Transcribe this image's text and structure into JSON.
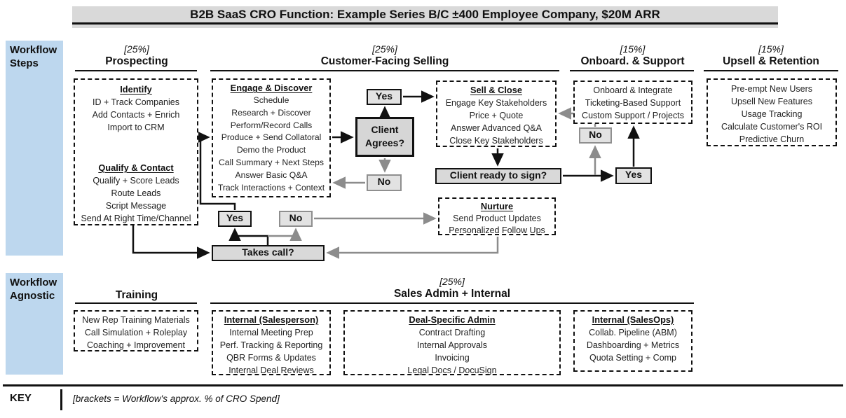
{
  "title": "B2B SaaS CRO Function: Example Series B/C ±400 Employee Company, $20M ARR",
  "colors": {
    "sidebar_blue": "#bdd7ee",
    "title_band_gray": "#d9d9d9",
    "decision_fill_gray": "#d6d6d6",
    "arrow_black": "#111111",
    "arrow_gray": "#8c8c8c"
  },
  "sidebar": {
    "steps": "Workflow Steps",
    "agnostic": "Workflow Agnostic"
  },
  "columns": {
    "prospecting": {
      "pct": "[25%]",
      "title": "Prospecting"
    },
    "selling": {
      "pct": "[25%]",
      "title": "Customer-Facing Selling"
    },
    "onboard": {
      "pct": "[15%]",
      "title": "Onboard. & Support"
    },
    "upsell": {
      "pct": "[15%]",
      "title": "Upsell & Retention"
    },
    "training": {
      "title": "Training"
    },
    "sales_admin": {
      "pct": "[25%]",
      "title": "Sales Admin + Internal"
    }
  },
  "boxes": {
    "identify": {
      "title": "Identify",
      "items": [
        "ID + Track Companies",
        "Add Contacts + Enrich",
        "Import to CRM"
      ]
    },
    "qualify": {
      "title": "Qualify & Contact",
      "items": [
        "Qualify + Score Leads",
        "Route Leads",
        "Script Message",
        "Send At Right Time/Channel"
      ]
    },
    "engage": {
      "title": "Engage & Discover",
      "items": [
        "Schedule",
        "Research + Discover",
        "Perform/Record Calls",
        "Produce + Send Collatoral",
        "Demo the Product",
        "Call Summary + Next Steps",
        "Answer Basic Q&A",
        "Track Interactions + Context"
      ]
    },
    "sell": {
      "title": "Sell & Close",
      "items": [
        "Engage Key Stakeholders",
        "Price + Quote",
        "Answer Advanced Q&A",
        "Close Key Stakeholders"
      ]
    },
    "onboard": {
      "items": [
        "Onboard & Integrate",
        "Ticketing-Based Support",
        "Custom Support / Projects"
      ]
    },
    "upsell": {
      "items": [
        "Pre-empt New Users",
        "Upsell New Features",
        "Usage Tracking",
        "Calculate Customer's ROI",
        "Predictive Churn"
      ]
    },
    "nurture": {
      "title": "Nurture",
      "items": [
        "Send Product Updates",
        "Personalized Follow Ups"
      ]
    },
    "training": {
      "items": [
        "New Rep Training Materials",
        "Call Simulation + Roleplay",
        "Coaching + Improvement"
      ]
    },
    "internal_salesperson": {
      "title": "Internal (Salesperson)",
      "items": [
        "Internal Meeting Prep",
        "Perf. Tracking & Reporting",
        "QBR Forms & Updates",
        "Internal Deal Reviews"
      ]
    },
    "deal_admin": {
      "title": "Deal-Specific Admin",
      "items": [
        "Contract Drafting",
        "Internal Approvals",
        "Invoicing",
        "Legal Docs / DocuSign"
      ]
    },
    "internal_salesops": {
      "title": "Internal (SalesOps)",
      "items": [
        "Collab. Pipeline (ABM)",
        "Dashboarding + Metrics",
        "Quota Setting + Comp"
      ]
    }
  },
  "decisions": {
    "client_agrees": "Client Agrees?",
    "client_ready": "Client ready to sign?",
    "takes_call": "Takes call?",
    "yes": "Yes",
    "no": "No"
  },
  "key": {
    "label": "KEY",
    "text": "[brackets = Workflow's approx. % of CRO Spend]"
  }
}
